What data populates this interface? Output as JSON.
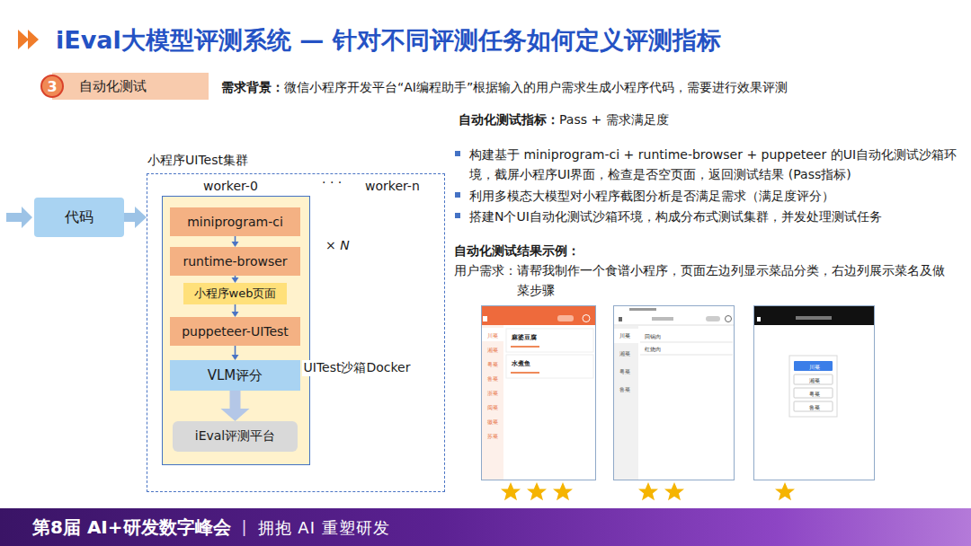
{
  "diagram": {
    "title": "iEval大模型评测系统 — 针对不同评测任务如何定义评测指标",
    "nodes": [
      {
        "text": [
          "3"
        ]
      },
      {
        "text": [
          "自动化测试"
        ]
      },
      {
        "text": [
          "代码"
        ]
      },
      {
        "text": [
          "小程序UITest集群"
        ]
      },
      {
        "text": [
          "UITest沙箱Docker"
        ],
        "in": 3
      },
      {
        "text": [
          "miniprogram-ci"
        ],
        "in": 4
      },
      {
        "text": [
          "runtime-browser"
        ],
        "in": 4
      },
      {
        "text": [
          "小程序web页面"
        ],
        "in": 4
      },
      {
        "text": [
          "puppeteer-UITest"
        ],
        "in": 4
      },
      {
        "text": [
          "VLM评分"
        ],
        "in": 4
      },
      {
        "text": [
          "iEval评测平台"
        ],
        "in": 4
      },
      {
        "text": [
          "麻婆豆腐",
          "水煮鱼",
          "川菜",
          "湘菜",
          "粤菜",
          "鲁菜",
          "浙菜",
          "闽菜",
          "徽菜",
          "苏菜"
        ]
      },
      {
        "text": [
          "川菜",
          "湘菜",
          "粤菜",
          "鲁菜",
          "回锅肉",
          "红烧肉"
        ]
      },
      {
        "text": [
          "川菜",
          "湘菜",
          "粤菜",
          "鲁菜"
        ]
      }
    ],
    "edges": [
      {
        "from": 2,
        "to": 3,
        "arrow": "to"
      },
      {
        "from": 5,
        "to": 6,
        "arrow": "to"
      },
      {
        "from": 6,
        "to": 7,
        "arrow": "to"
      },
      {
        "from": 7,
        "to": 8,
        "arrow": "to"
      },
      {
        "from": 8,
        "to": 9,
        "arrow": "to"
      },
      {
        "from": 9,
        "to": 10,
        "arrow": "to"
      }
    ],
    "labels": [
      "需求背景：",
      "微信小程序开发平台“AI编程助手”根据输入的用户需求生成小程序代码，需要进行效果评测",
      "自动化测试指标：",
      "Pass + 需求满足度",
      "构建基于 miniprogram-ci + runtime-browser + puppeteer 的UI自动化测试沙箱环境，截屏小程序UI界面，检查是否空页面，返回测试结果 (Pass指标)",
      "利用多模态大模型对小程序截图分析是否满足需求（满足度评分）",
      "搭建N个UI自动化测试沙箱环境，构成分布式测试集群，并发处理测试任务",
      "自动化测试结果示例：",
      "用户需求：请帮我制作一个食谱小程序，页面左边列显示菜品分类，右边列展示菜名及做菜步骤",
      "worker-0",
      "· · ·",
      "worker-n",
      "× N",
      "第8届 AI+研发数字峰会",
      "|",
      "拥抱 AI 重塑研发"
    ]
  }
}
